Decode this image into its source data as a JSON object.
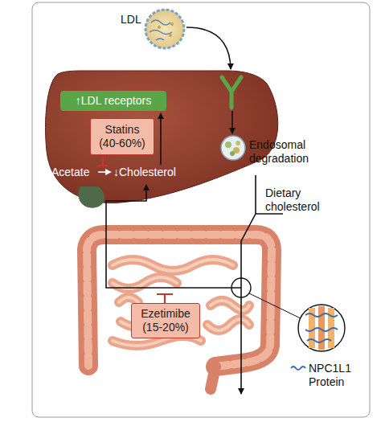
{
  "diagram": {
    "nodes": [
      {
        "text": [
          "↑LDL receptors"
        ]
      },
      {
        "text": [
          "Statins (40-60%)"
        ]
      },
      {
        "text": [
          "Ezetimibe (15-20%)"
        ]
      }
    ],
    "labels": [
      "LDL",
      "Endosomal degradation",
      "Acetate",
      "↓Cholesterol",
      "Dietary cholesterol",
      "NPC1L1 Protein"
    ]
  }
}
